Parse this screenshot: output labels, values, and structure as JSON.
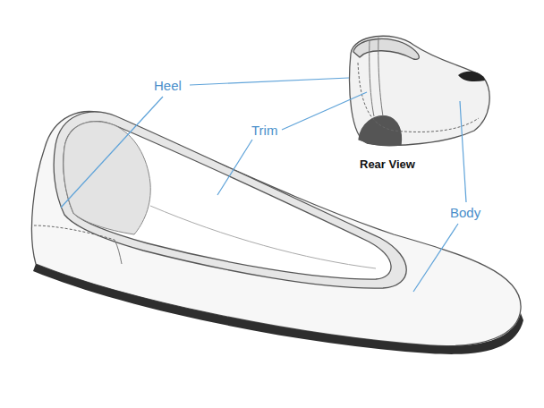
{
  "diagram": {
    "labels": [
      "Heel",
      "Trim",
      "Body",
      "Rear View"
    ]
  }
}
